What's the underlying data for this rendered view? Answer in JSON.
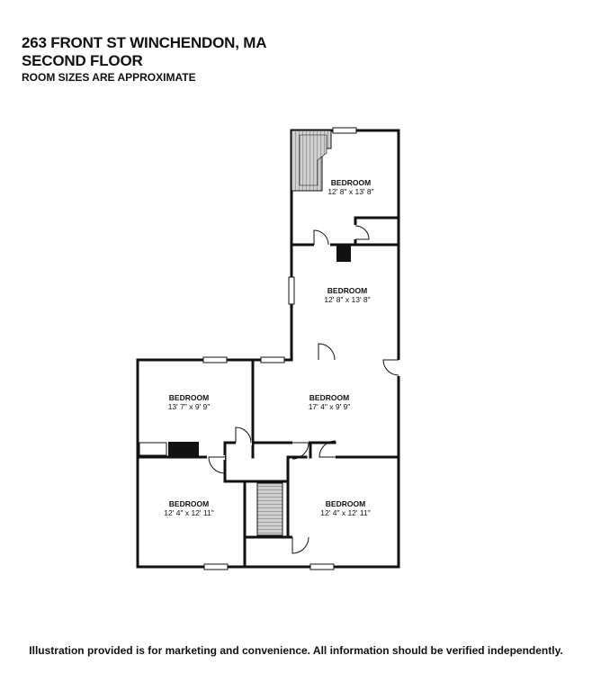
{
  "header": {
    "address": "263 FRONT ST WINCHENDON, MA",
    "floor": "SECOND FLOOR",
    "note": "ROOM SIZES ARE APPROXIMATE"
  },
  "rooms": [
    {
      "id": "bedroom-1",
      "name": "BEDROOM",
      "size": "12' 8\" x 13' 8\""
    },
    {
      "id": "bedroom-2",
      "name": "BEDROOM",
      "size": "12' 8\" x 13' 8\""
    },
    {
      "id": "bedroom-3",
      "name": "BEDROOM",
      "size": "13' 7\" x 9' 9\""
    },
    {
      "id": "bedroom-4",
      "name": "BEDROOM",
      "size": "17' 4\" x 9' 9\""
    },
    {
      "id": "bedroom-5",
      "name": "BEDROOM",
      "size": "12' 4\" x 12' 11\""
    },
    {
      "id": "bedroom-6",
      "name": "BEDROOM",
      "size": "12' 4\" x 12' 11\""
    }
  ],
  "footer": {
    "disclaimer": "Illustration provided is for marketing and convenience. All information should be verified independently."
  }
}
